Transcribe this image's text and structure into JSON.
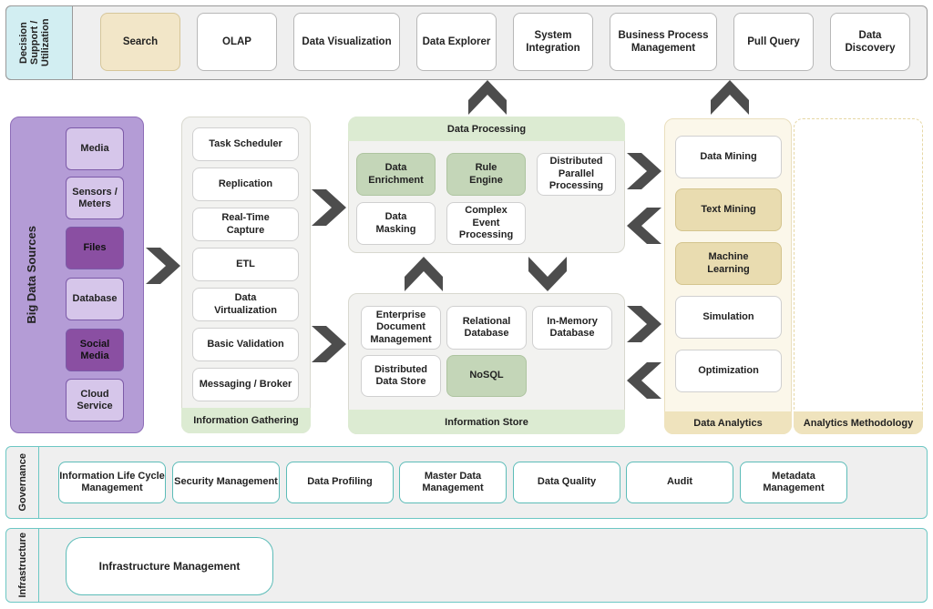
{
  "decision": {
    "label": "Decision Support / Utilization",
    "items": [
      "Search",
      "OLAP",
      "Data Visualization",
      "Data Explorer",
      "System Integration",
      "Business Process Management",
      "Pull Query",
      "Data Discovery"
    ]
  },
  "big_data_sources": {
    "label": "Big Data Sources",
    "items": [
      "Media",
      "Sensors / Meters",
      "Files",
      "Database",
      "Social Media",
      "Cloud Service"
    ]
  },
  "information_gathering": {
    "title": "Information Gathering",
    "items": [
      "Task Scheduler",
      "Replication",
      "Real-Time Capture",
      "ETL",
      "Data Virtualization",
      "Basic Validation",
      "Messaging / Broker"
    ]
  },
  "data_processing": {
    "title": "Data Processing",
    "items": [
      "Data Enrichment",
      "Rule Engine",
      "Distributed Parallel Processing",
      "Data Masking",
      "Complex Event Processing"
    ]
  },
  "information_store": {
    "title": "Information Store",
    "items": [
      "Enterprise Document Management",
      "Relational Database",
      "In-Memory Database",
      "Distributed Data Store",
      "NoSQL"
    ]
  },
  "data_analytics": {
    "title": "Data Analytics",
    "items": [
      "Data Mining",
      "Text Mining",
      "Machine Learning",
      "Simulation",
      "Optimization"
    ]
  },
  "analytics_methodology": {
    "title": "Analytics Methodology"
  },
  "governance": {
    "label": "Governance",
    "items": [
      "Information Life Cycle Management",
      "Security Management",
      "Data Profiling",
      "Master Data Management",
      "Data Quality",
      "Audit",
      "Metadata Management"
    ]
  },
  "infrastructure": {
    "label": "Infrastructure",
    "items": [
      "Infrastructure Management"
    ]
  },
  "colors": {
    "chevron": "#4d4d4d",
    "purple": "#b49cd6",
    "green_header": "#dcebd2",
    "teal": "#6cc7c4",
    "highlight_yellow": "#e9dcb0"
  }
}
